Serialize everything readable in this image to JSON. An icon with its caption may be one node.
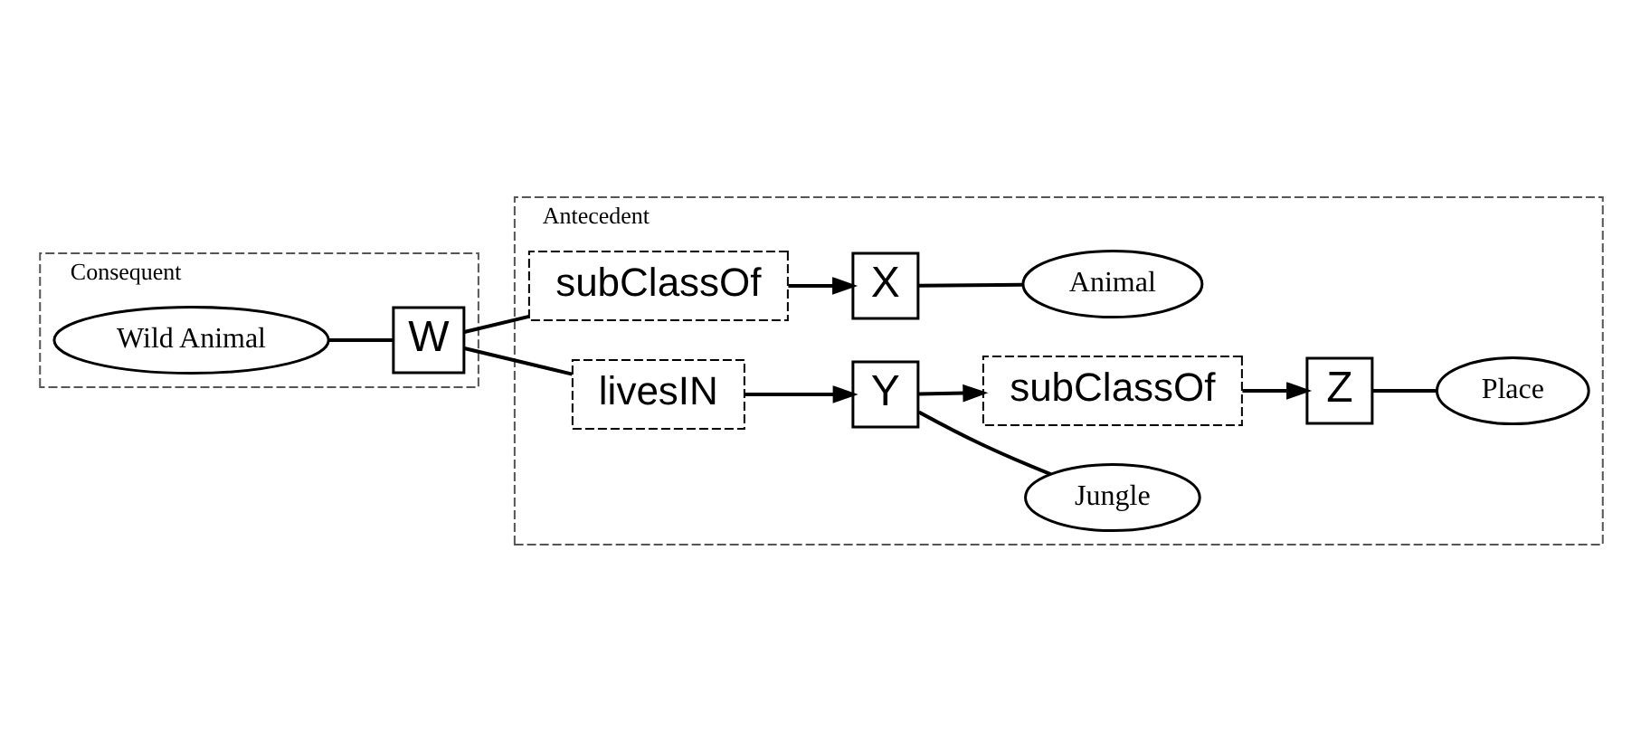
{
  "diagram": {
    "nodes": [
      {
        "text": [
          "Consequent"
        ]
      },
      {
        "text": [
          "Wild Animal"
        ],
        "in": 0
      },
      {
        "text": [
          "W"
        ],
        "in": 0
      },
      {
        "text": [
          "Antecedent"
        ]
      },
      {
        "text": [
          "subClassOf"
        ],
        "in": 3
      },
      {
        "text": [
          "X"
        ],
        "in": 3
      },
      {
        "text": [
          "Animal"
        ],
        "in": 3
      },
      {
        "text": [
          "livesIN"
        ],
        "in": 3
      },
      {
        "text": [
          "Y"
        ],
        "in": 3
      },
      {
        "text": [
          "Jungle"
        ],
        "in": 3
      },
      {
        "text": [
          "subClassOf"
        ],
        "in": 3
      },
      {
        "text": [
          "Z"
        ],
        "in": 3
      },
      {
        "text": [
          "Place"
        ],
        "in": 3
      }
    ],
    "edges": [
      {
        "from": 1,
        "to": 2,
        "arrow": "none"
      },
      {
        "from": 2,
        "to": 4,
        "arrow": "none"
      },
      {
        "from": 4,
        "to": 5,
        "arrow": "to"
      },
      {
        "from": 5,
        "to": 6,
        "arrow": "none"
      },
      {
        "from": 2,
        "to": 7,
        "arrow": "none"
      },
      {
        "from": 7,
        "to": 8,
        "arrow": "to"
      },
      {
        "from": 8,
        "to": 9,
        "arrow": "none"
      },
      {
        "from": 8,
        "to": 10,
        "arrow": "to"
      },
      {
        "from": 10,
        "to": 11,
        "arrow": "to"
      },
      {
        "from": 11,
        "to": 12,
        "arrow": "none"
      }
    ]
  }
}
